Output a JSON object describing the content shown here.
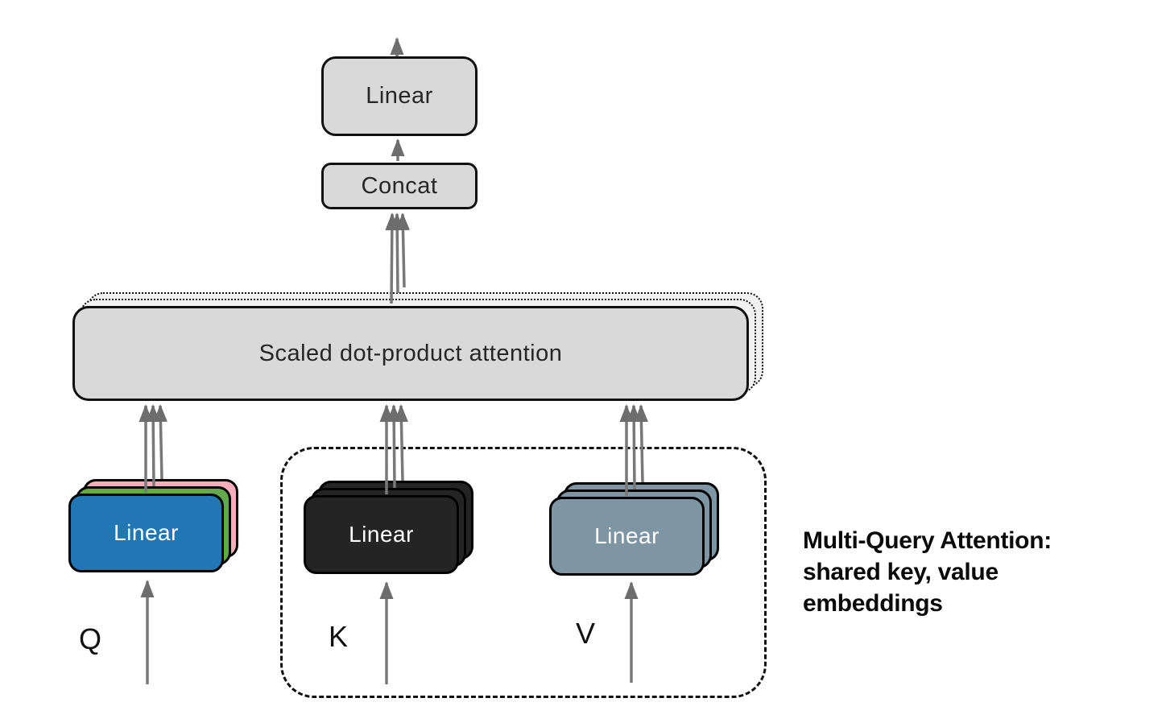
{
  "diagram": {
    "output": {
      "linear_label": "Linear",
      "concat_label": "Concat"
    },
    "attention": {
      "label": "Scaled dot-product attention"
    },
    "stacks": {
      "q": {
        "label": "Linear",
        "input": "Q"
      },
      "k": {
        "label": "Linear",
        "input": "K"
      },
      "v": {
        "label": "Linear",
        "input": "V"
      }
    },
    "caption": {
      "lines": [
        "Multi-Query Attention:",
        "shared key, value",
        "embeddings"
      ]
    },
    "colors": {
      "box_fill": "#d9d9d9",
      "ghost_fill": "#f1f1f1",
      "outline": "#111111",
      "q_front_blue": "#2176b4",
      "q_middle_green": "#63a84c",
      "q_back_pink": "#f6aebb",
      "k_fill_black": "#242424",
      "v_fill_slate": "#7e95a4",
      "arrow_gray": "#787878"
    }
  }
}
